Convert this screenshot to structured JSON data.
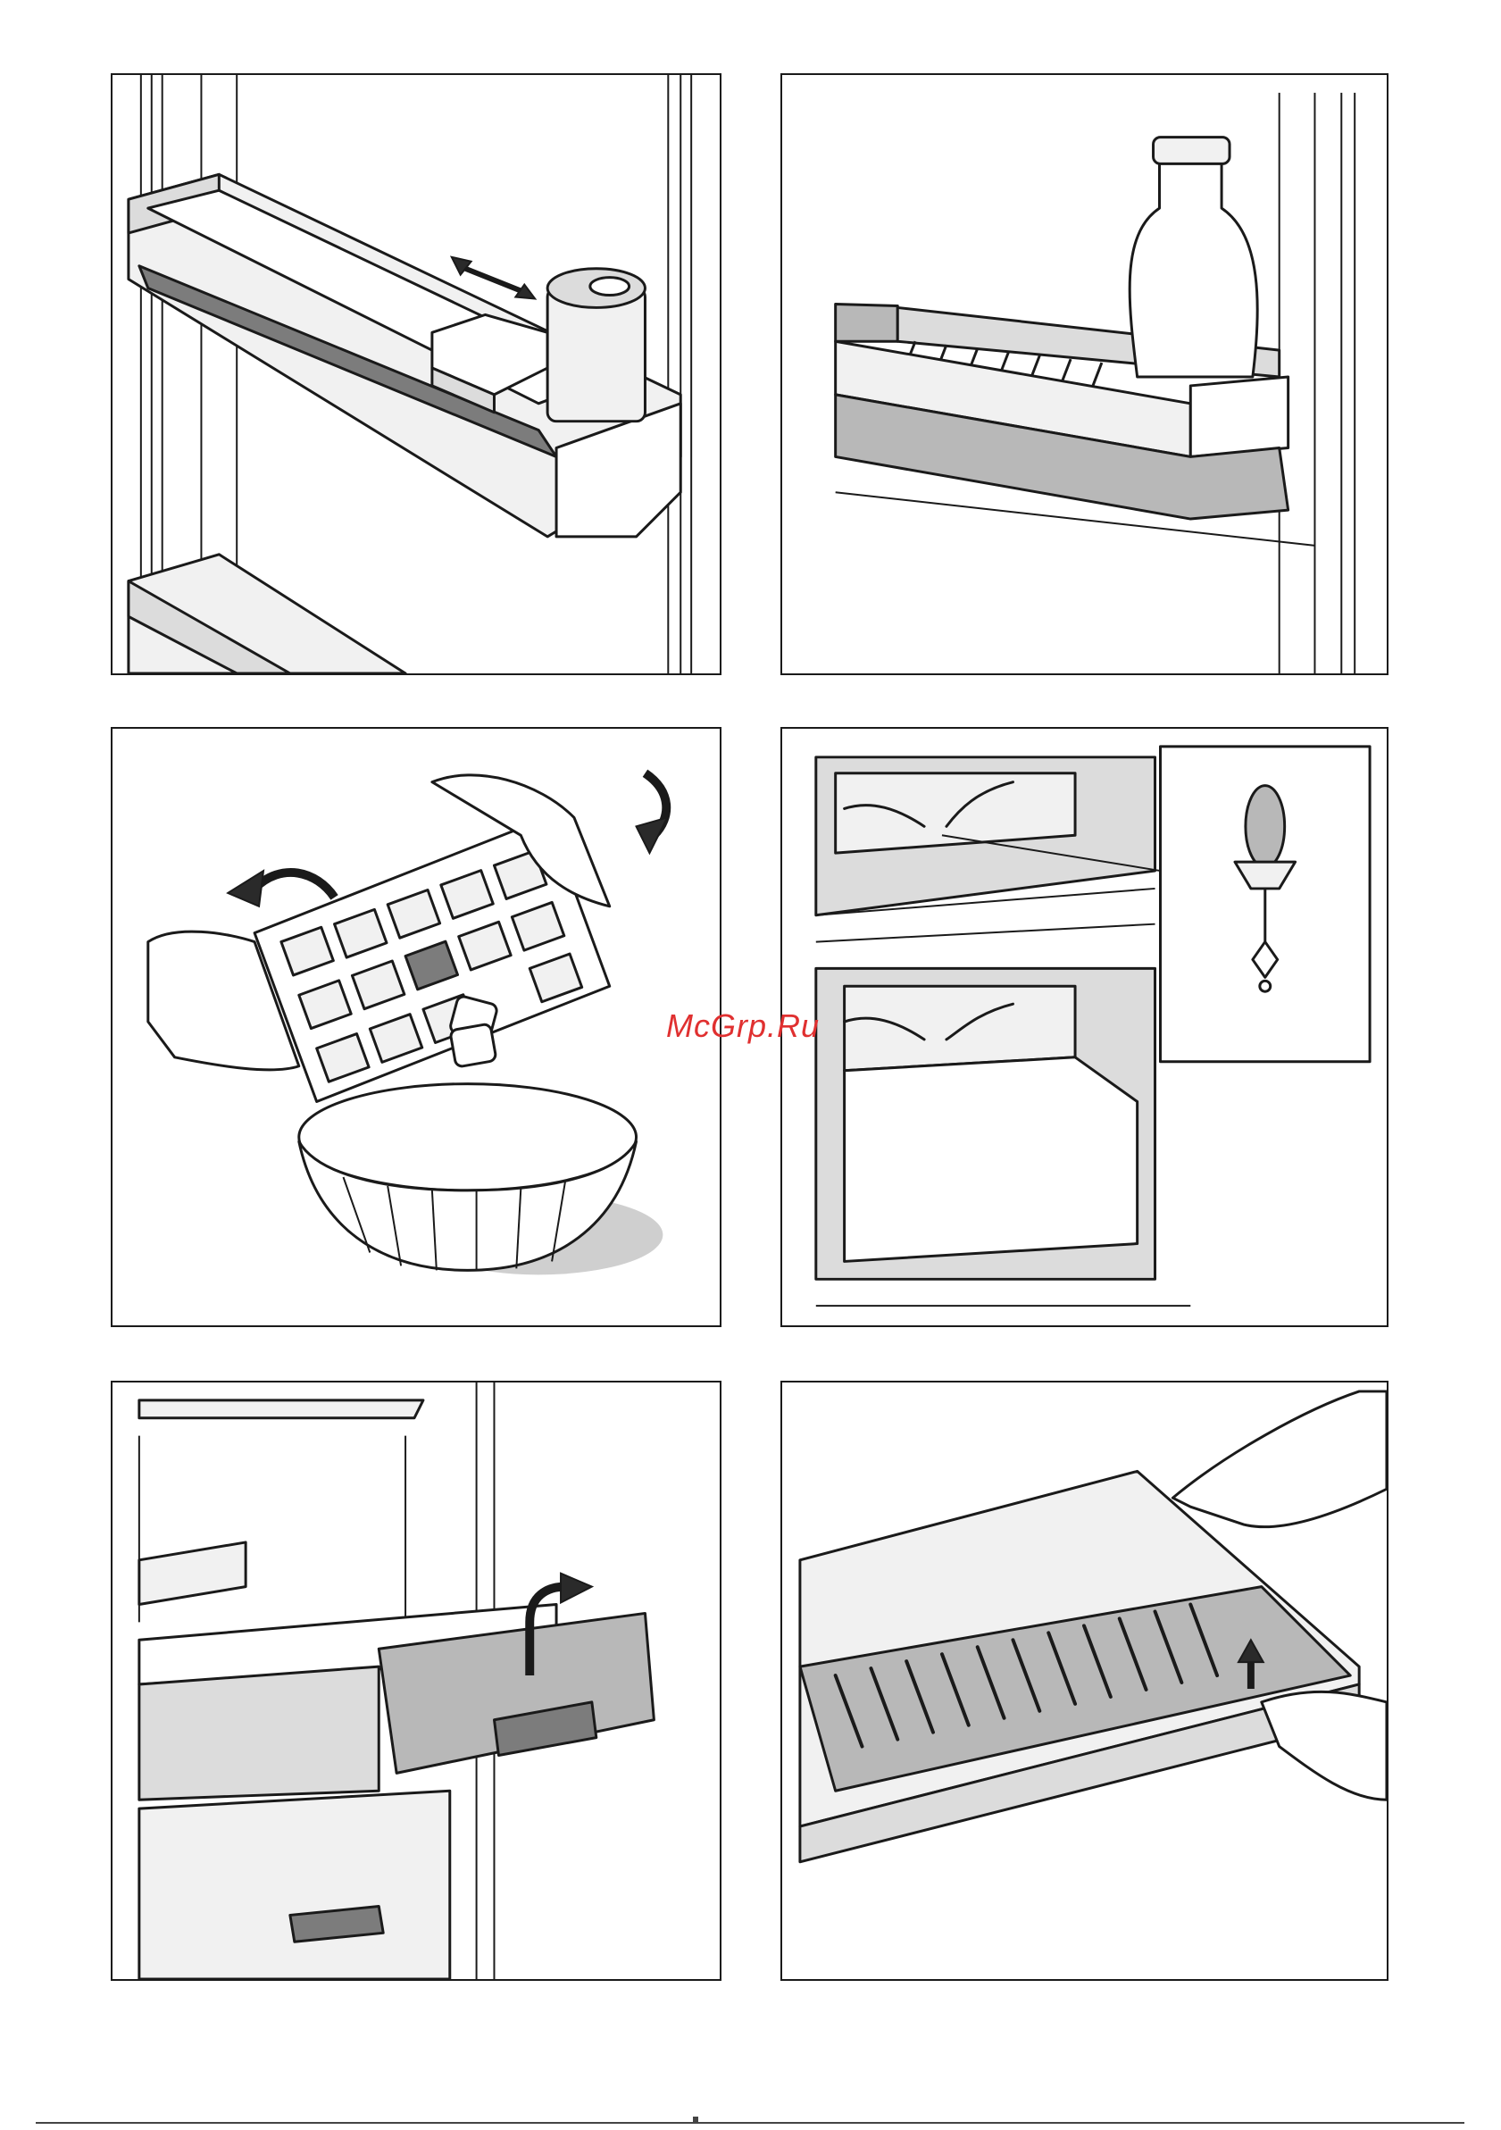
{
  "watermark": {
    "text": "McGrp.Ru",
    "color": "#e03030"
  },
  "panels": [
    {
      "id": "door-shelf-slider",
      "icon": "door-shelf-icon"
    },
    {
      "id": "bottle-shelf",
      "icon": "bottle-icon"
    },
    {
      "id": "ice-cube-tray",
      "icon": "ice-tray-icon"
    },
    {
      "id": "defrost-drain",
      "icon": "drain-plug-icon"
    },
    {
      "id": "drawer-removal",
      "icon": "drawer-icon"
    },
    {
      "id": "glass-shelf-mat",
      "icon": "shelf-mat-icon"
    }
  ]
}
